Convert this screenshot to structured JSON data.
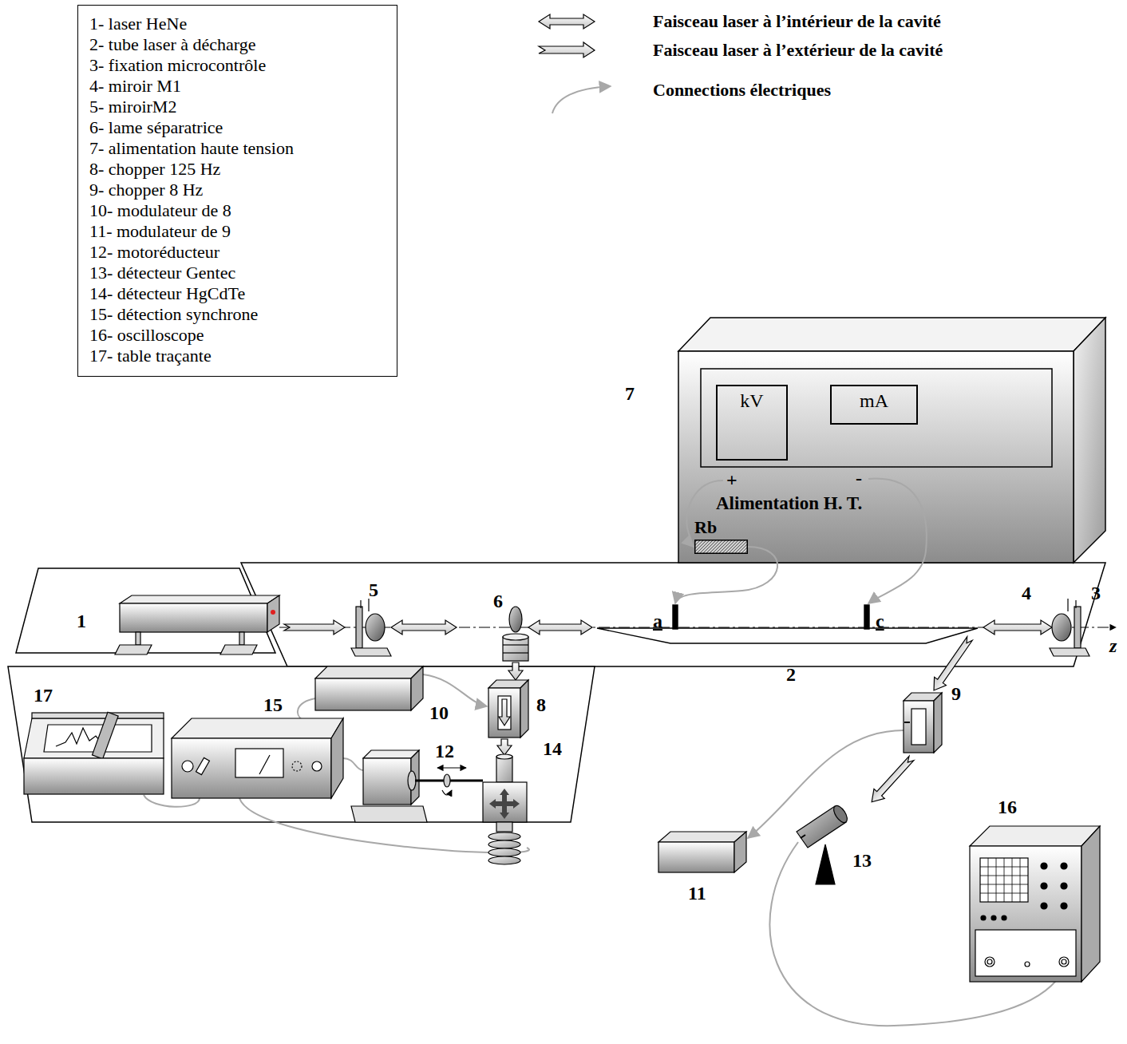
{
  "diagram": {
    "nodes": [
      {
        "text": [
          "1- laser HeNe",
          "2- tube laser à décharge",
          "3- fixation microcontrôle",
          "4- miroir M1",
          "5- miroirM2",
          "6- lame séparatrice",
          "7- alimentation haute tension",
          "8- chopper 125 Hz",
          "9- chopper 8 Hz",
          "10- modulateur de 8",
          "11- modulateur de 9",
          "12- motoréducteur",
          "13- détecteur Gentec",
          "14- détecteur HgCdTe",
          "15- détection synchrone",
          "16- oscilloscope",
          "17- table traçante"
        ]
      },
      {
        "text": [
          "Alimentation H. T."
        ]
      },
      {
        "text": [
          "kV"
        ],
        "in": 1
      },
      {
        "text": [
          "mA"
        ],
        "in": 1
      },
      {
        "text": [
          "Rb"
        ],
        "in": 1
      }
    ],
    "labels": [
      "7",
      "5",
      "6",
      "4",
      "3",
      "1",
      "a",
      "c",
      "z",
      "2",
      "10",
      "8",
      "17",
      "15",
      "12",
      "14",
      "9",
      "16",
      "11",
      "13",
      "+",
      "-"
    ],
    "legend": [
      {
        "text": "Faisceau laser à l’intérieur de la cavité"
      },
      {
        "text": "Faisceau laser à l’extérieur de la cavité"
      },
      {
        "text": "Connections électriques"
      }
    ]
  }
}
